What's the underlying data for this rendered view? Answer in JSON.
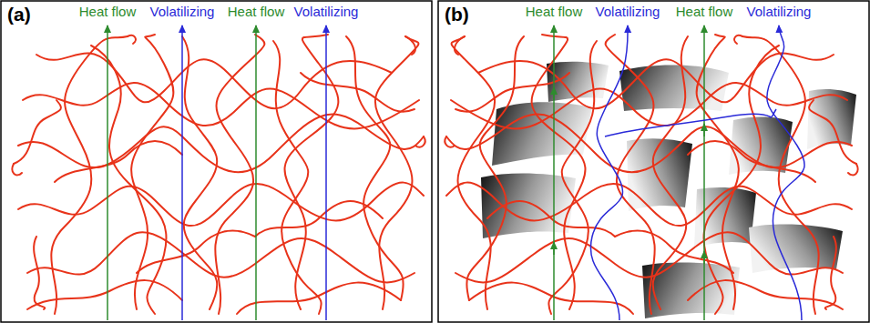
{
  "diagram": {
    "labels": [
      "(a)",
      "Heat flow",
      "Volatilizing",
      "Heat flow",
      "Volatilizing",
      "(b)",
      "Heat flow",
      "Volatilizing",
      "Heat flow",
      "Volatilizing"
    ]
  }
}
